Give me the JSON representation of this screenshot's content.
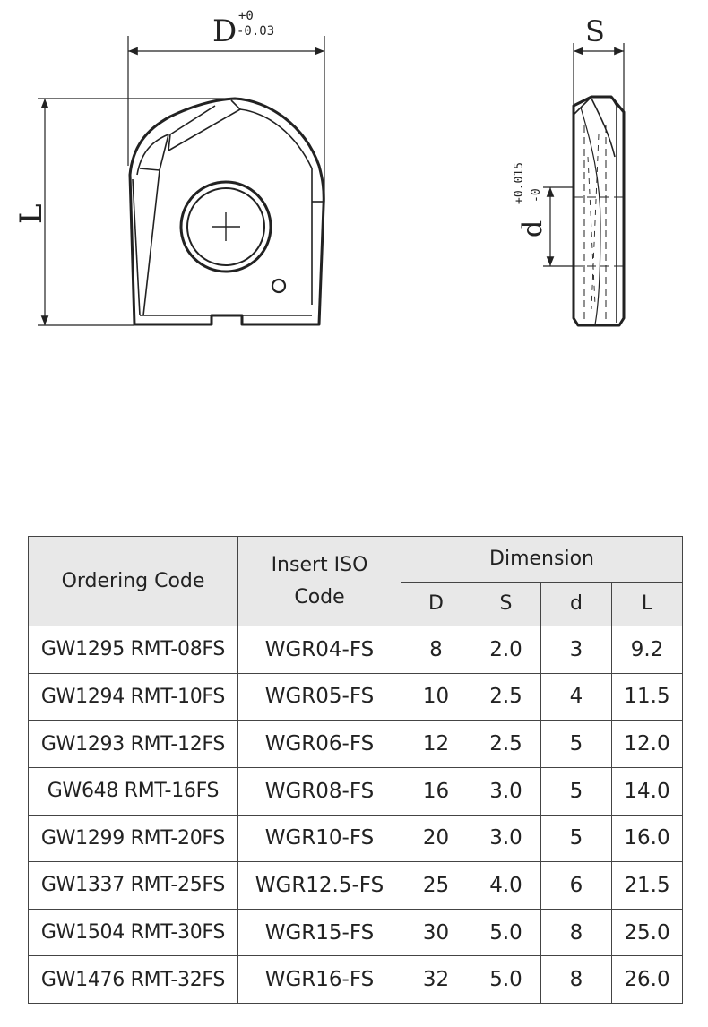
{
  "drawing": {
    "front_view": {
      "d_label": "D",
      "d_tol_upper": "+0",
      "d_tol_lower": "-0.03",
      "l_label": "L"
    },
    "side_view": {
      "s_label": "S",
      "d_label": "d",
      "d_tol_upper": "+0.015",
      "d_tol_lower": "-0"
    }
  },
  "table": {
    "headers": {
      "ordering_code": "Ordering Code",
      "insert_iso_code_line1": "Insert ISO",
      "insert_iso_code_line2": "Code",
      "dimension": "Dimension",
      "d": "D",
      "s": "S",
      "small_d": "d",
      "l": "L"
    },
    "rows": [
      {
        "ordering_code": "GW1295 RMT-08FS",
        "iso_code": "WGR04-FS",
        "D": "8",
        "S": "2.0",
        "d": "3",
        "L": "9.2"
      },
      {
        "ordering_code": "GW1294 RMT-10FS",
        "iso_code": "WGR05-FS",
        "D": "10",
        "S": "2.5",
        "d": "4",
        "L": "11.5"
      },
      {
        "ordering_code": "GW1293 RMT-12FS",
        "iso_code": "WGR06-FS",
        "D": "12",
        "S": "2.5",
        "d": "5",
        "L": "12.0"
      },
      {
        "ordering_code": "GW648 RMT-16FS",
        "iso_code": "WGR08-FS",
        "D": "16",
        "S": "3.0",
        "d": "5",
        "L": "14.0"
      },
      {
        "ordering_code": "GW1299 RMT-20FS",
        "iso_code": "WGR10-FS",
        "D": "20",
        "S": "3.0",
        "d": "5",
        "L": "16.0"
      },
      {
        "ordering_code": "GW1337 RMT-25FS",
        "iso_code": "WGR12.5-FS",
        "D": "25",
        "S": "4.0",
        "d": "6",
        "L": "21.5"
      },
      {
        "ordering_code": "GW1504 RMT-30FS",
        "iso_code": "WGR15-FS",
        "D": "30",
        "S": "5.0",
        "d": "8",
        "L": "25.0"
      },
      {
        "ordering_code": "GW1476 RMT-32FS",
        "iso_code": "WGR16-FS",
        "D": "32",
        "S": "5.0",
        "d": "8",
        "L": "26.0"
      }
    ]
  }
}
